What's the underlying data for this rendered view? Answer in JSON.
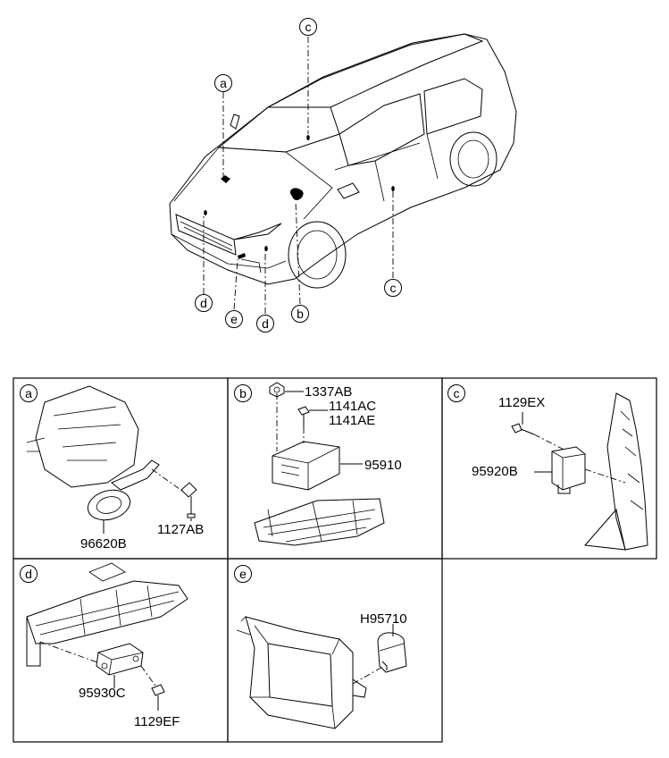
{
  "overview": {
    "callouts": {
      "top_a": "a",
      "top_c": "c",
      "right_c": "c",
      "bottom_d1": "d",
      "bottom_e": "e",
      "bottom_d2": "d",
      "bottom_b": "b"
    }
  },
  "panels": {
    "a": {
      "letter": "a",
      "parts": [
        "1127AB",
        "96620B"
      ]
    },
    "b": {
      "letter": "b",
      "parts": [
        "1337AB",
        "1141AC",
        "1141AE",
        "95910"
      ]
    },
    "c": {
      "letter": "c",
      "parts": [
        "1129EX",
        "95920B"
      ]
    },
    "d": {
      "letter": "d",
      "parts": [
        "95930C",
        "1129EF"
      ]
    },
    "e": {
      "letter": "e",
      "parts": [
        "H95710"
      ]
    }
  },
  "colors": {
    "line": "#000000",
    "background": "#ffffff"
  }
}
